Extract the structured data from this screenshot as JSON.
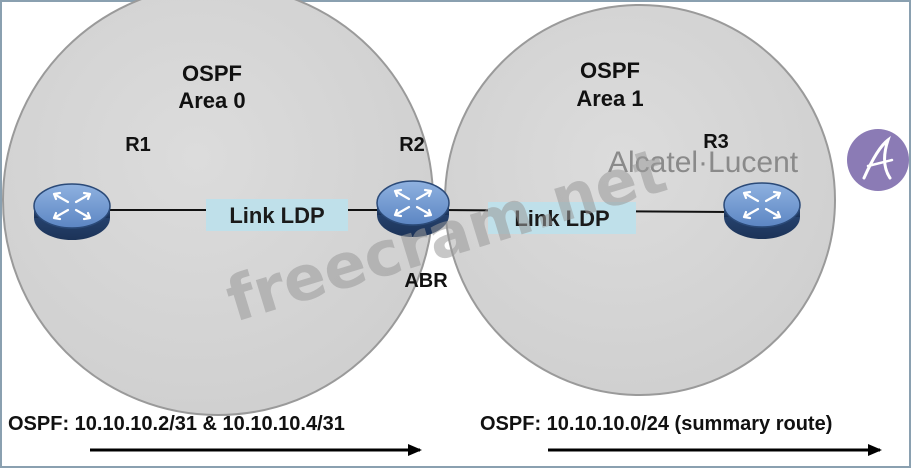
{
  "areas": [
    {
      "title": "OSPF",
      "subtitle": "Area 0"
    },
    {
      "title": "OSPF",
      "subtitle": "Area 1"
    }
  ],
  "routers": [
    {
      "id": "R1",
      "label": "R1"
    },
    {
      "id": "R2",
      "label": "R2",
      "role": "ABR"
    },
    {
      "id": "R3",
      "label": "R3"
    }
  ],
  "links": [
    {
      "label": "Link LDP"
    },
    {
      "label": "Link LDP"
    }
  ],
  "routes": [
    {
      "label": "OSPF: 10.10.10.2/31 & 10.10.10.4/31"
    },
    {
      "label": "OSPF: 10.10.10.0/24 (summary route)"
    }
  ],
  "logo": {
    "text": "Alcatel·Lucent"
  },
  "watermark": {
    "text": "freecram.net"
  },
  "colors": {
    "area_fill": "#d6d6d6",
    "router_fill": "#5b86c2",
    "link_box": "#bfe0ea",
    "logo_purple": "#8b7bb5"
  }
}
